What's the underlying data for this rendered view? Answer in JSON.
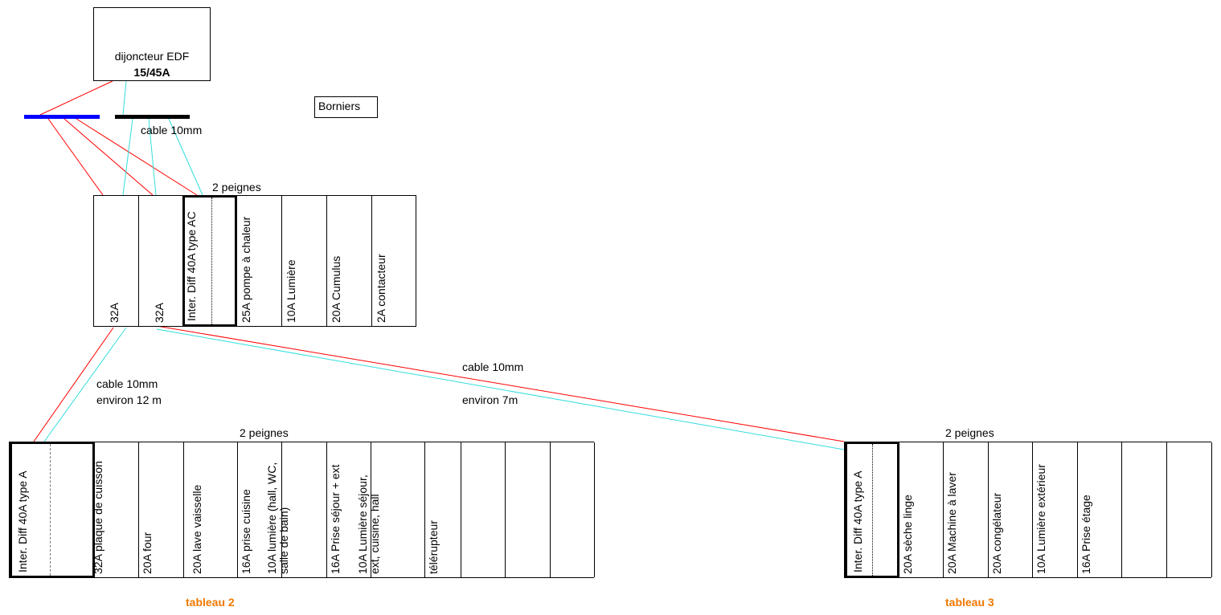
{
  "colors": {
    "phase_wire": "#ff0000",
    "neutral_wire": "#33dddd",
    "phase_bar": "#0000ff",
    "neutral_bar": "#000000",
    "tableau_label": "#f07800"
  },
  "edf_breaker": {
    "title": "dijoncteur EDF",
    "rating": "15/45A"
  },
  "borniers_label": "Borniers",
  "cable_upper": "cable 10mm",
  "tableau1": {
    "peignes": "2 peignes",
    "modules": [
      "32A",
      "32A",
      "Inter. Diff 40A type AC",
      "25A pompe à chaleur",
      "10A Lumière",
      "20A Cumulus",
      "2A contacteur"
    ]
  },
  "link_left": {
    "cable": "cable 10mm",
    "length": "environ 12 m"
  },
  "link_right": {
    "cable": "cable 10mm",
    "length": "environ 7m"
  },
  "tableau2": {
    "peignes": "2 peignes",
    "diff": "Inter. Diff 40A type A",
    "modules": [
      "32A plaque  de cuisson",
      "20A four",
      "20A lave vaisselle",
      "16A prise cuisine",
      "10A lumière (hall, WC, salle de bain)",
      "16A Prise séjour + ext",
      "10A Lumière séjour, ext, cuisine, hall",
      "télérupteur",
      "",
      "",
      ""
    ],
    "name": "tableau 2"
  },
  "tableau3": {
    "peignes": "2 peignes",
    "diff": "Inter. Diff 40A type A",
    "modules": [
      "20A sèche linge",
      "20A Machine à laver",
      "20A congélateur",
      "10A Lumière extérieur",
      "16A Prise étage",
      "",
      ""
    ],
    "name": "tableau 3"
  }
}
